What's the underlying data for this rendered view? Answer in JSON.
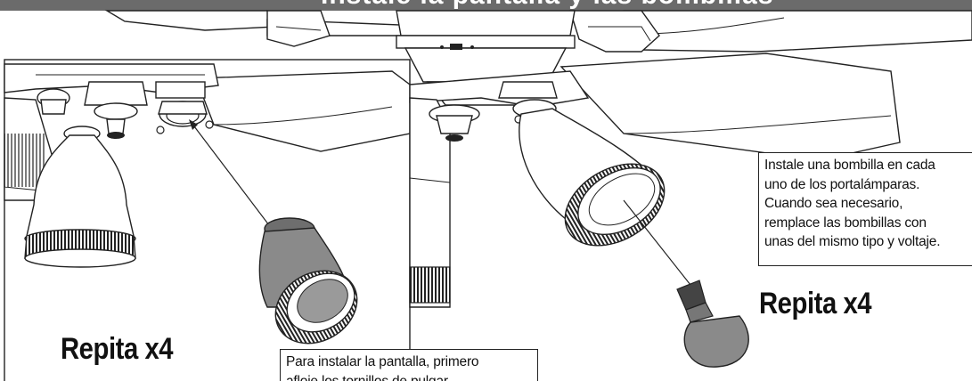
{
  "header": {
    "title": "Instale la pantalla y las bombillas"
  },
  "callouts": {
    "bulb": {
      "lines": [
        "Instale una bombilla en cada",
        "uno de los portalámparas.",
        "Cuando sea necesario,",
        "remplace las bombillas con",
        "unas del mismo tipo y voltaje."
      ]
    },
    "shade": {
      "lines": [
        "Para instalar la pantalla, primero",
        "afloje los tornillos de pulgar"
      ]
    }
  },
  "labels": {
    "repeat_left": "Repita x4",
    "repeat_right": "Repita x4"
  },
  "colors": {
    "header_bar": "#6b6b6b",
    "line_art": "#222222",
    "shade_fill": "#8a8a8a"
  }
}
